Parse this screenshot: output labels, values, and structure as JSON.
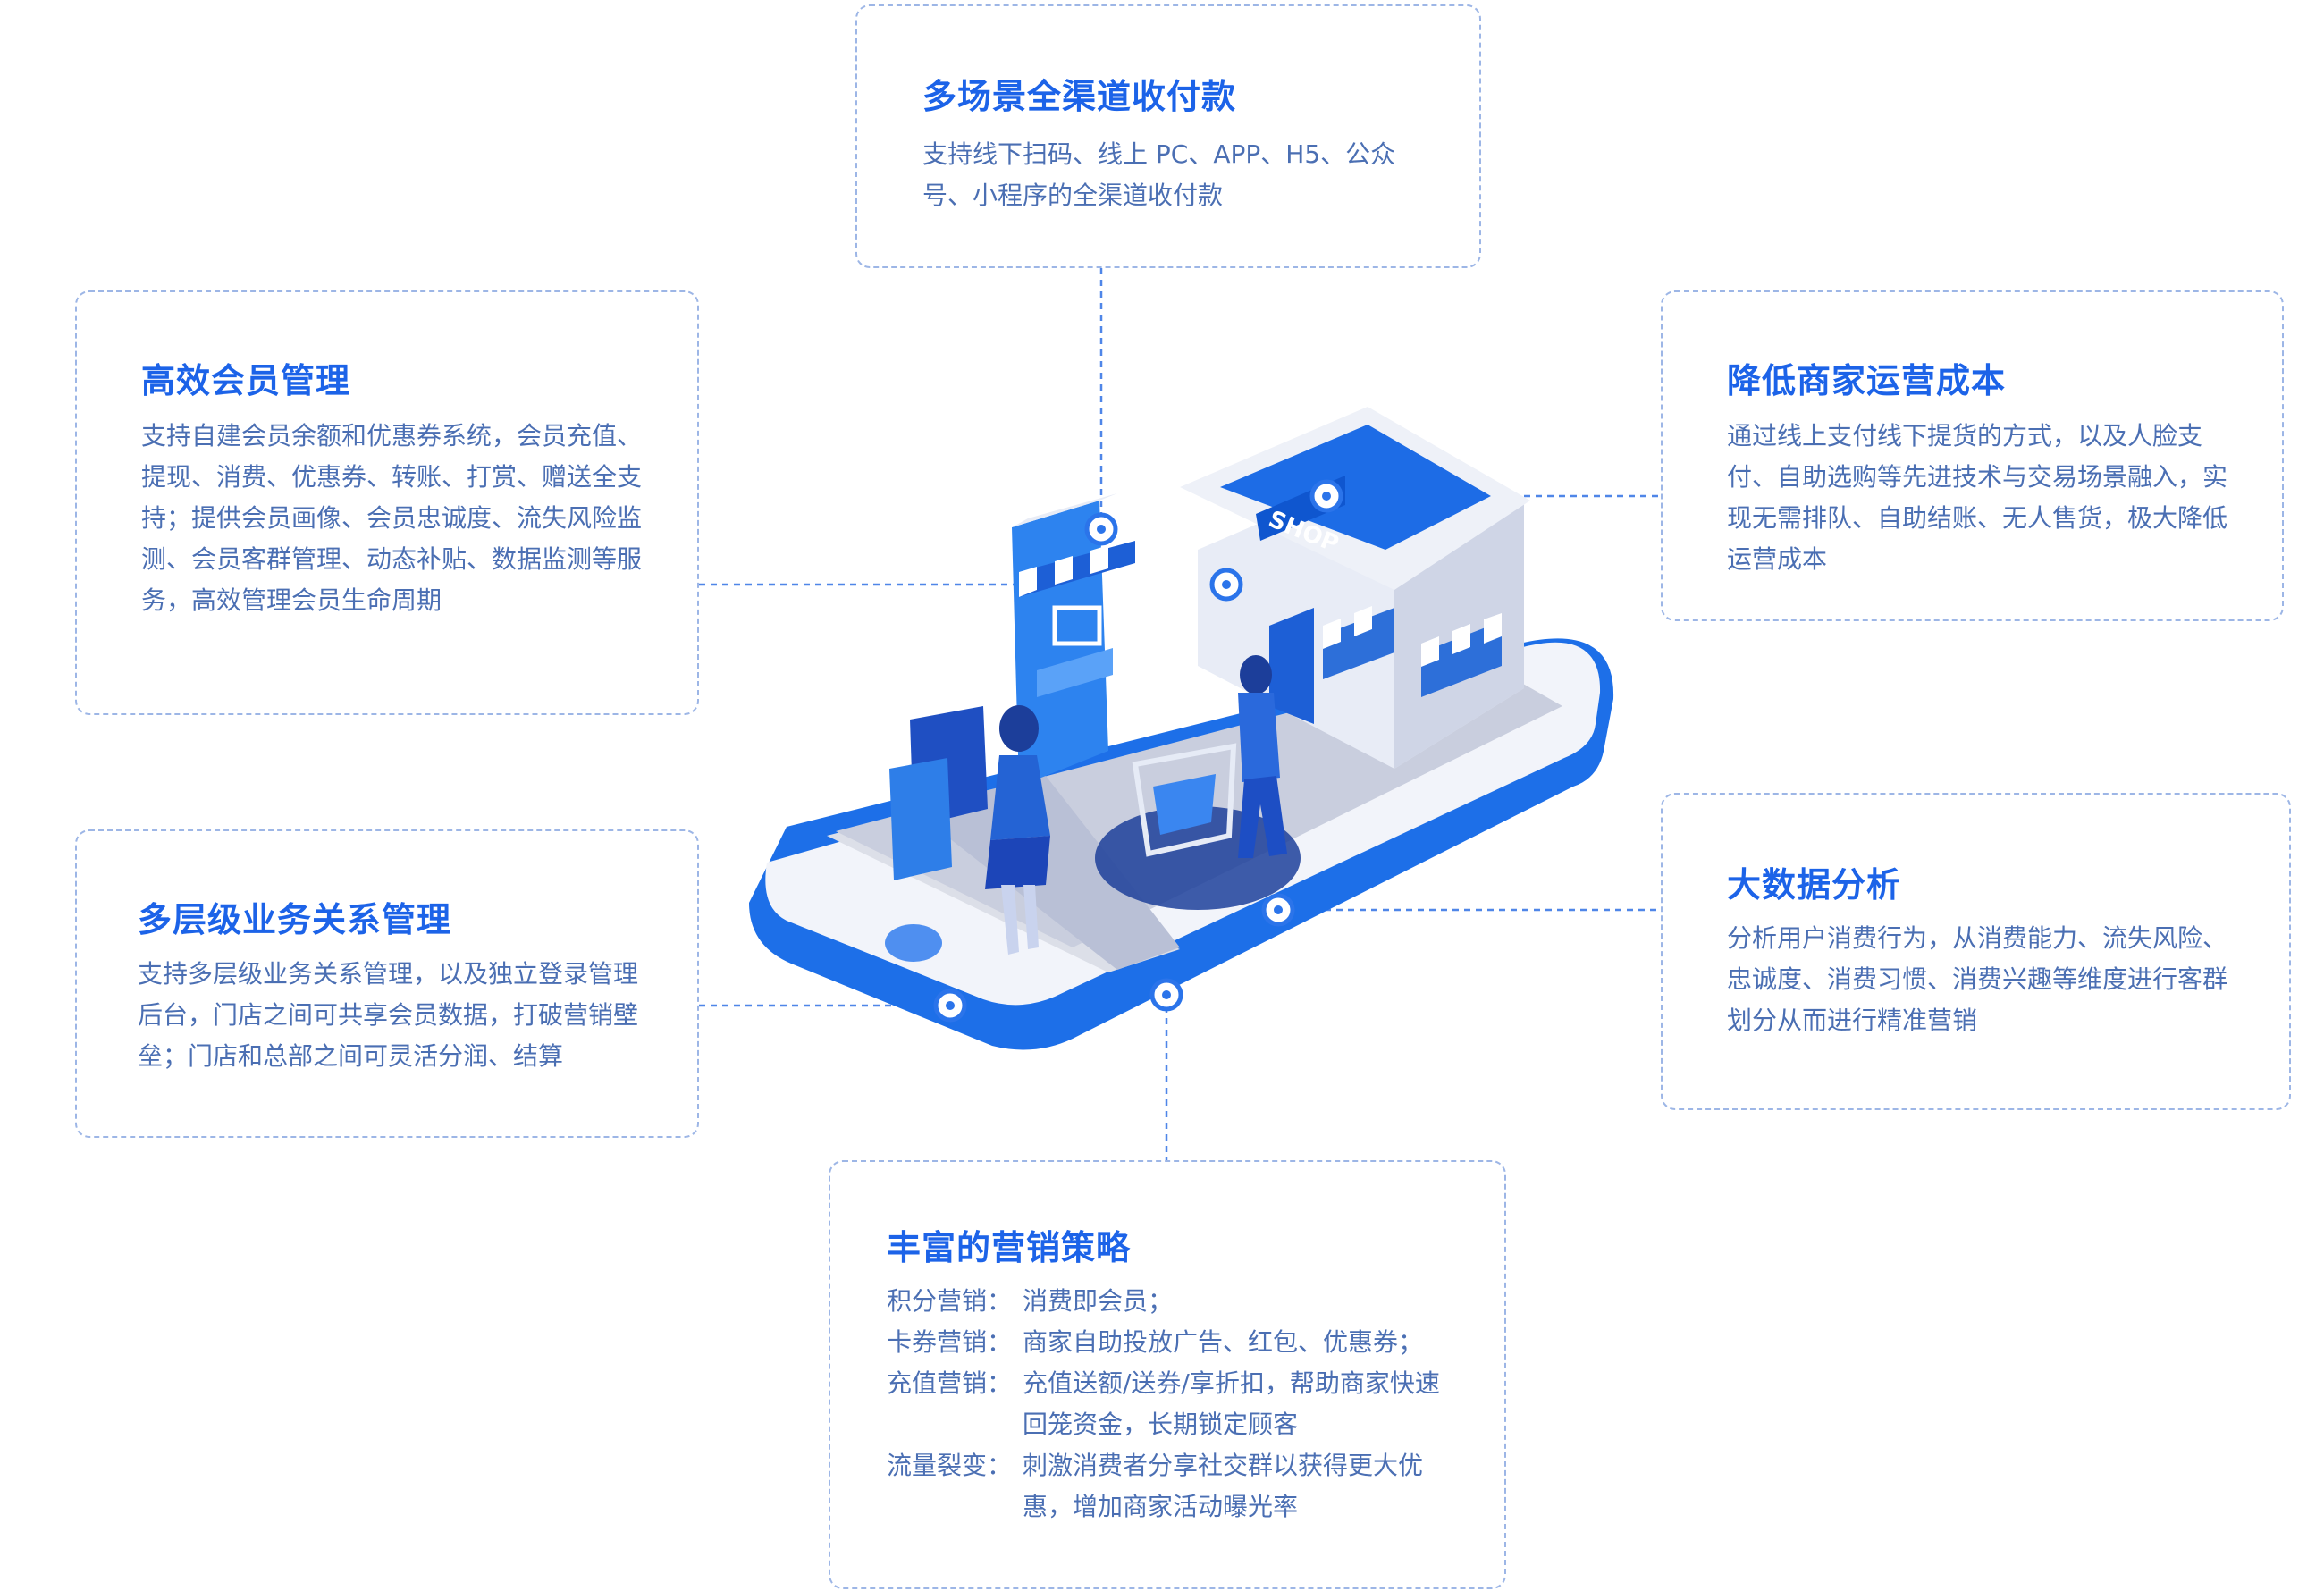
{
  "colors": {
    "title": "#1c63e8",
    "text": "#4b6fb3",
    "border": "#9db6e6",
    "connector": "#4f86e8"
  },
  "cards": {
    "top": {
      "title": "多场景全渠道收付款",
      "desc": "支持线下扫码、线上 PC、APP、H5、公众号、小程序的全渠道收付款"
    },
    "left1": {
      "title": "高效会员管理",
      "desc": "支持自建会员余额和优惠券系统，会员充值、提现、消费、优惠券、转账、打赏、赠送全支持；提供会员画像、会员忠诚度、流失风险监测、会员客群管理、动态补贴、数据监测等服务，高效管理会员生命周期"
    },
    "left2": {
      "title": "多层级业务关系管理",
      "desc": "支持多层级业务关系管理，以及独立登录管理后台，门店之间可共享会员数据，打破营销壁垒；门店和总部之间可灵活分润、结算"
    },
    "right1": {
      "title": "降低商家运营成本",
      "desc": "通过线上支付线下提货的方式，以及人脸支付、自助选购等先进技术与交易场景融入，实现无需排队、自助结账、无人售货，极大降低运营成本"
    },
    "right2": {
      "title": "大数据分析",
      "desc": "分析用户消费行为，从消费能力、流失风险、忠诚度、消费习惯、消费兴趣等维度进行客群划分从而进行精准营销"
    },
    "bottom": {
      "title": "丰富的营销策略",
      "items": [
        {
          "label": "积分营销：",
          "text": "消费即会员；"
        },
        {
          "label": "卡券营销：",
          "text": "商家自助投放广告、红包、优惠券；"
        },
        {
          "label": "充值营销：",
          "text": "充值送额/送券/享折扣，帮助商家快速回笼资金，长期锁定顾客"
        },
        {
          "label": "流量裂变：",
          "text": "刺激消费者分享社交群以获得更大优惠，增加商家活动曝光率"
        }
      ]
    }
  },
  "illustration": {
    "shop_sign": "SHOP"
  }
}
